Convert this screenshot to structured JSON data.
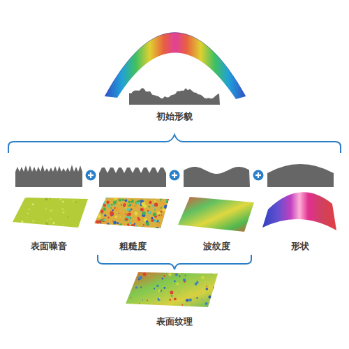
{
  "diagram": {
    "labels": [
      "初始形貌",
      "表面噪音",
      "粗糙度",
      "波纹度",
      "形状",
      "表面纹理"
    ]
  }
}
